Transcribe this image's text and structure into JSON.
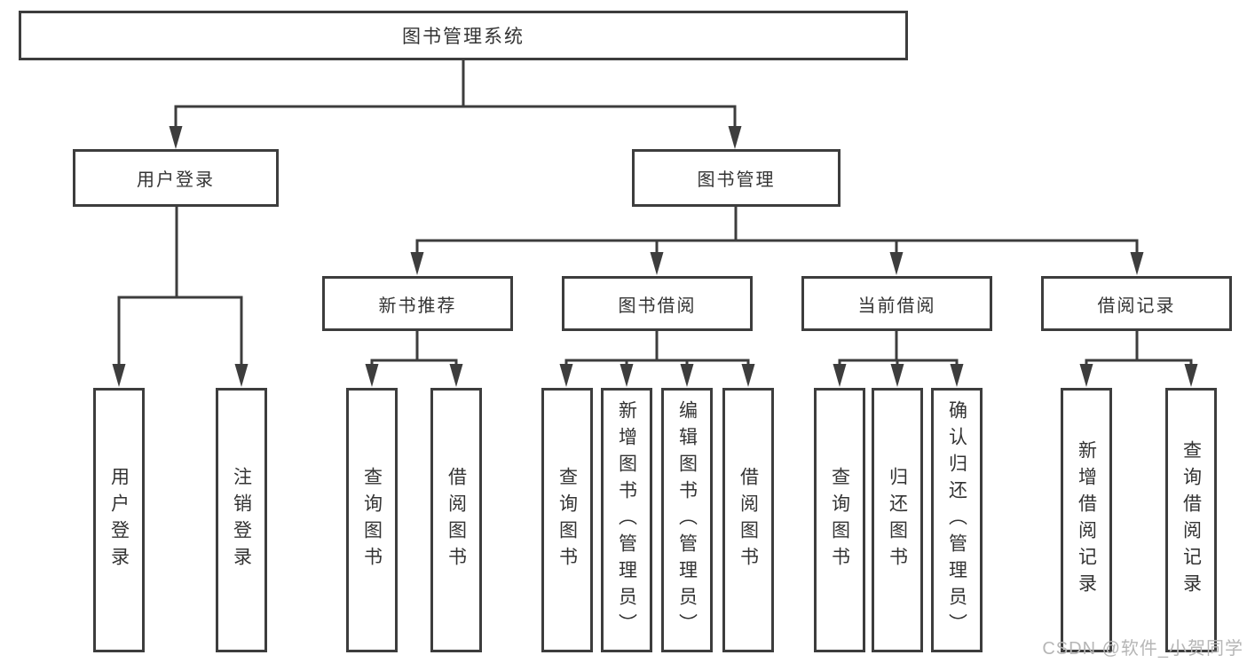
{
  "root": {
    "label": "图书管理系统"
  },
  "level2": {
    "login": "用户登录",
    "management": "图书管理"
  },
  "level3": {
    "recommend": "新书推荐",
    "borrow": "图书借阅",
    "current": "当前借阅",
    "records": "借阅记录"
  },
  "leaves": {
    "login": [
      "用户登录",
      "注销登录"
    ],
    "recommend": [
      "查询图书",
      "借阅图书"
    ],
    "borrow": [
      "查询图书",
      "新增图书（管理员）",
      "编辑图书（管理员）",
      "借阅图书"
    ],
    "current": [
      "查询图书",
      "归还图书",
      "确认归还（管理员）"
    ],
    "records": [
      "新增借阅记录",
      "查询借阅记录"
    ]
  },
  "watermark": "CSDN @软件_小贺同学",
  "colors": {
    "line": "#3d3d3d",
    "text": "#333333",
    "watermark": "#b6b6b6"
  }
}
